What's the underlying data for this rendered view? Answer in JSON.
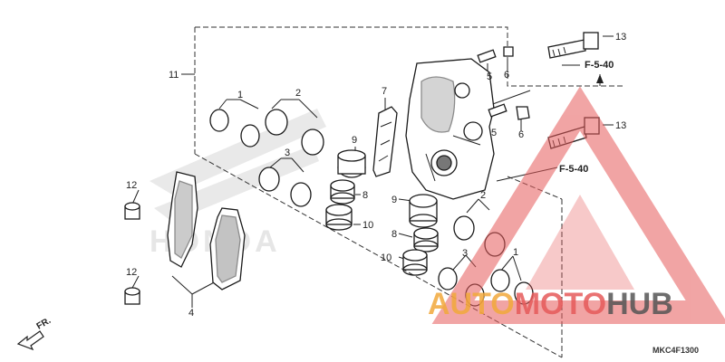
{
  "diagram_code": "MKC4F1300",
  "front_indicator": "FR.",
  "refs": {
    "top": "F-5-40",
    "middle": "F-5-40"
  },
  "background_brand": "HONDA",
  "watermark": {
    "part1": "AUTO",
    "part2": "MOTO",
    "part3": "HUB"
  },
  "callouts": [
    "1",
    "2",
    "3",
    "9",
    "8",
    "10",
    "7",
    "5",
    "6",
    "5",
    "6",
    "11",
    "12",
    "12",
    "4",
    "13",
    "13",
    "9",
    "8",
    "10",
    "2",
    "3",
    "1"
  ],
  "colors": {
    "watermark_red": "#e65b5b",
    "watermark_orange": "#f2a93b",
    "watermark_gray": "#555555",
    "line": "#222222"
  }
}
